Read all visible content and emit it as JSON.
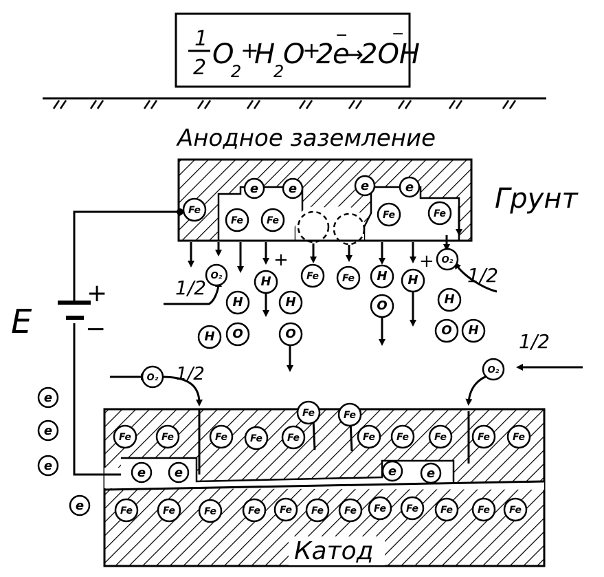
{
  "equation": {
    "frac_num": "1",
    "frac_den": "2",
    "o": "O",
    "o_sub": "2",
    "plus1": "+",
    "h": "H",
    "h_sub": "2",
    "o2": "O",
    "plus2": "+",
    "two_e": "2",
    "e": "e",
    "e_sup": "−",
    "arrow": "→",
    "product": "2OH",
    "product_sup": "−"
  },
  "labels": {
    "anode": "Анодное заземление",
    "soil": "Грунт",
    "cathode": "Катод",
    "source": "E",
    "plus": "+",
    "minus": "−",
    "half": "1/2"
  },
  "species": {
    "electron": "e",
    "iron": "Fe",
    "oxygen": "O₂",
    "hydrogen": "H",
    "oxygen_atom": "O"
  }
}
